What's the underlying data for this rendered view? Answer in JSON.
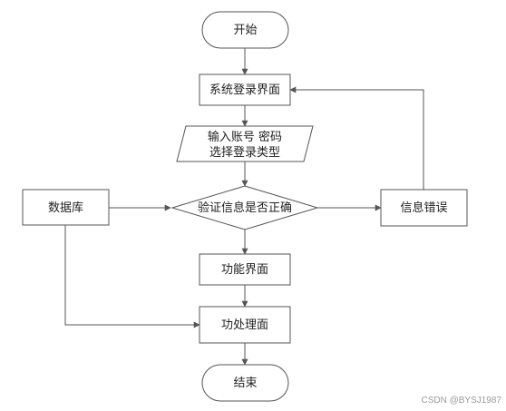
{
  "nodes": {
    "start": "开始",
    "login_ui": "系统登录界面",
    "input_line1": "输入账号 密码",
    "input_line2": "选择登录类型",
    "verify": "验证信息是否正确",
    "database": "数据库",
    "info_error": "信息错误",
    "function_ui": "功能界面",
    "process": "功处理面",
    "end": "结束"
  },
  "watermark": "CSDN @BYSJ1987"
}
